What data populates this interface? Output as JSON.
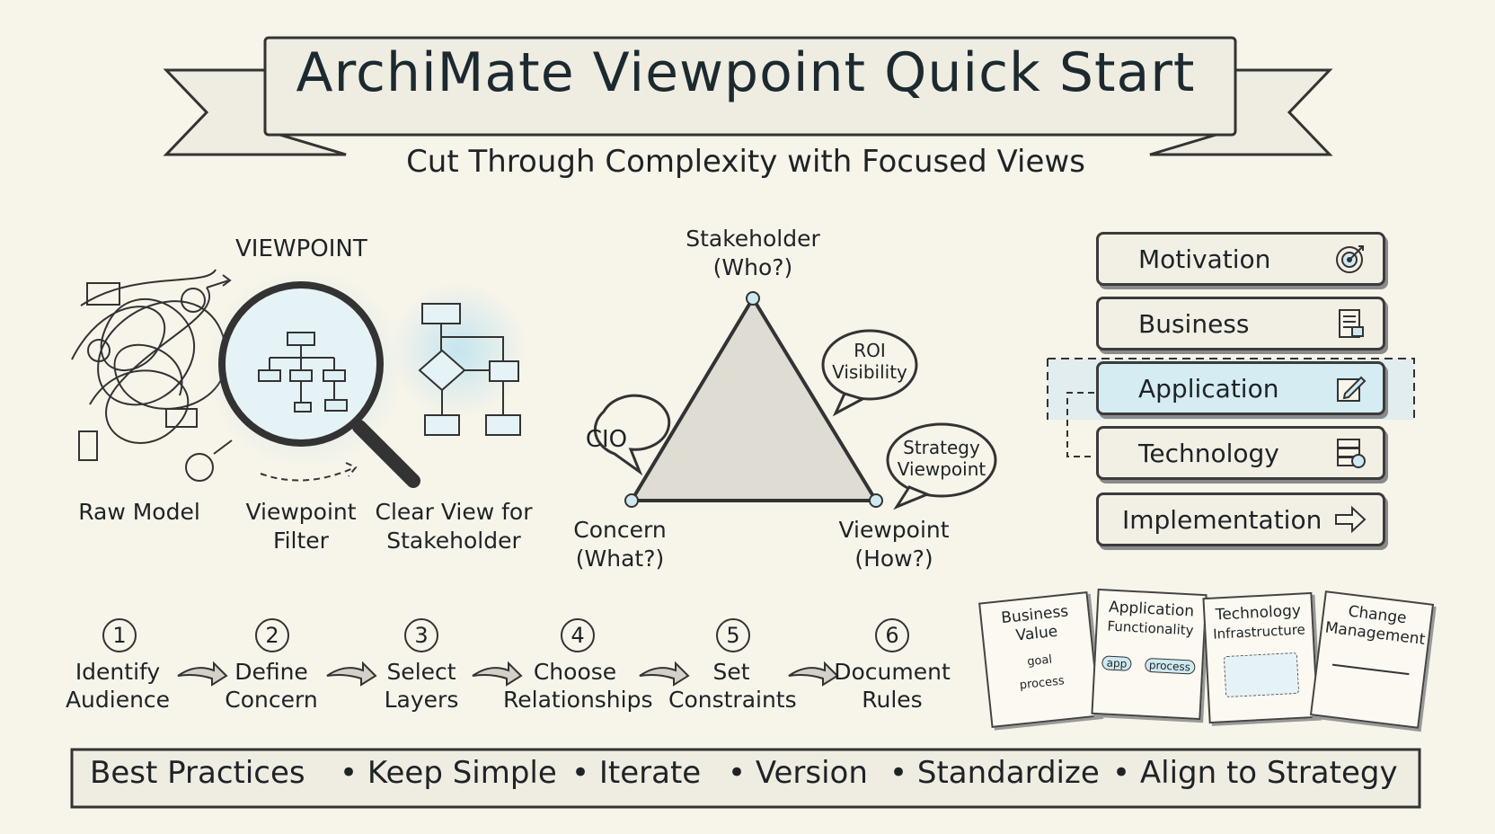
{
  "header": {
    "title": "ArchiMate Viewpoint Quick Start",
    "subtitle": "Cut Through Complexity with Focused Views"
  },
  "viewpoint_section": {
    "heading": "VIEWPOINT",
    "raw_model": "Raw Model",
    "filter_l1": "Viewpoint",
    "filter_l2": "Filter",
    "clear_l1": "Clear View for",
    "clear_l2": "Stakeholder"
  },
  "triangle": {
    "top_l1": "Stakeholder",
    "top_l2": "(Who?)",
    "left_l1": "Concern",
    "left_l2": "(What?)",
    "right_l1": "Viewpoint",
    "right_l2": "(How?)",
    "bubble_cio": "CIO",
    "bubble_roi_l1": "ROI",
    "bubble_roi_l2": "Visibility",
    "bubble_strategy_l1": "Strategy",
    "bubble_strategy_l2": "Viewpoint"
  },
  "layers": [
    {
      "label": "Motivation",
      "icon": "target-icon"
    },
    {
      "label": "Business",
      "icon": "document-icon"
    },
    {
      "label": "Application",
      "icon": "app-edit-icon"
    },
    {
      "label": "Technology",
      "icon": "server-icon"
    },
    {
      "label": "Implementation",
      "icon": "arrow-right-icon"
    }
  ],
  "steps": [
    {
      "num": "1",
      "l1": "Identify",
      "l2": "Audience"
    },
    {
      "num": "2",
      "l1": "Define",
      "l2": "Concern"
    },
    {
      "num": "3",
      "l1": "Select",
      "l2": "Layers"
    },
    {
      "num": "4",
      "l1": "Choose",
      "l2": "Relationships"
    },
    {
      "num": "5",
      "l1": "Set",
      "l2": "Constraints"
    },
    {
      "num": "6",
      "l1": "Document",
      "l2": "Rules"
    }
  ],
  "cards": [
    {
      "l1": "Business",
      "l2": "Value",
      "items": [
        "goal",
        "process"
      ]
    },
    {
      "l1": "Application",
      "l2": "Functionality",
      "items": [
        "app",
        "process"
      ]
    },
    {
      "l1": "Technology",
      "l2": "Infrastructure",
      "items": []
    },
    {
      "l1": "Change",
      "l2": "Management",
      "items": []
    }
  ],
  "best_practices": {
    "label": "Best Practices",
    "items": [
      "Keep Simple",
      "Iterate",
      "Version",
      "Standardize",
      "Align to Strategy"
    ]
  },
  "colors": {
    "accent": "#bfe3ef",
    "ink": "#2b2b2b",
    "paper": "#f7f4ea"
  }
}
